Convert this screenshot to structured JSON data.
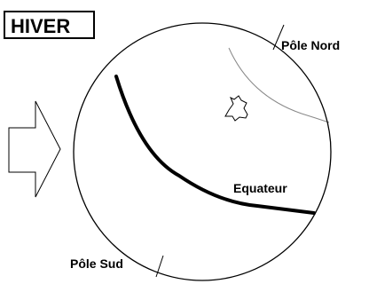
{
  "season_label": "HIVER",
  "labels": {
    "north_pole": "Pôle Nord",
    "south_pole": "Pôle Sud",
    "equator": "Equateur"
  },
  "colors": {
    "ink": "#000000",
    "thin_line": "#888888",
    "background": "#ffffff"
  },
  "icons": {
    "sun_direction": "outline-arrow-right",
    "location": "france-outline"
  }
}
